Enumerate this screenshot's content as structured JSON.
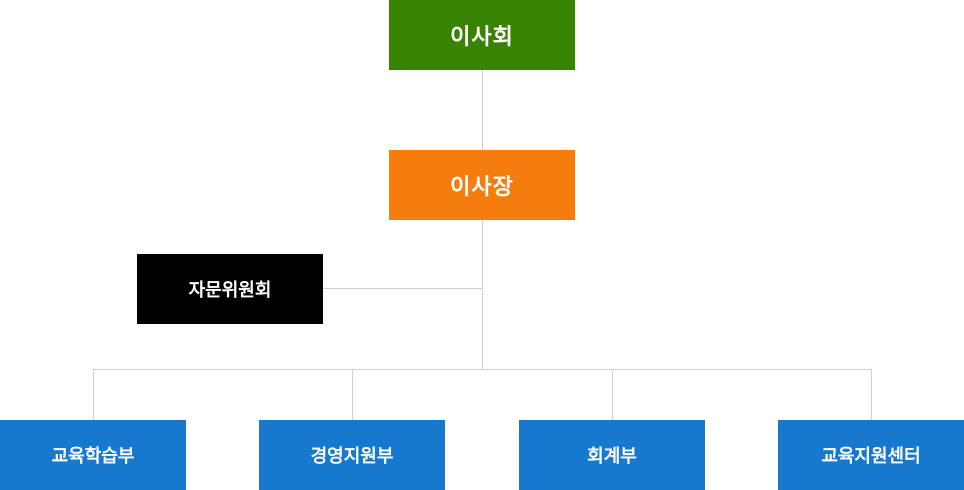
{
  "chart": {
    "board": {
      "label": "이사회",
      "color": "#388402"
    },
    "chairman": {
      "label": "이사장",
      "color": "#f47d0e"
    },
    "advisory": {
      "label": "자문위원회",
      "color": "#000000"
    },
    "departments": [
      {
        "label": "교육학습부",
        "color": "#1679ce"
      },
      {
        "label": "경영지원부",
        "color": "#1679ce"
      },
      {
        "label": "회계부",
        "color": "#1679ce"
      },
      {
        "label": "교육지원센터",
        "color": "#1679ce"
      }
    ]
  }
}
